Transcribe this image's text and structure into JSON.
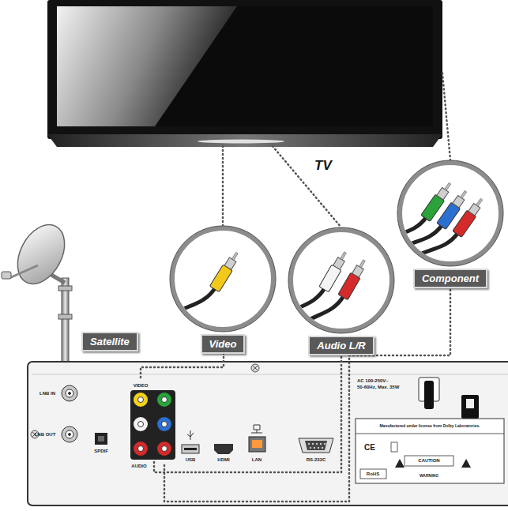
{
  "diagram": {
    "nodes": [
      {
        "text": [
          "TV"
        ]
      },
      {
        "text": [
          "Satellite"
        ]
      },
      {
        "text": [
          "Video"
        ]
      },
      {
        "text": [
          "Audio L/R"
        ]
      },
      {
        "text": [
          "Component"
        ]
      }
    ],
    "edges": [
      {
        "from": 0,
        "to": 2,
        "arrow": "none"
      },
      {
        "from": 0,
        "to": 3,
        "arrow": "none"
      },
      {
        "from": 0,
        "to": 4,
        "arrow": "none"
      }
    ],
    "labels": [
      "LNB IN",
      "LNB OUT",
      "SPDIF",
      "VIDEO",
      "AUDIO",
      "USB",
      "HDMI",
      "LAN",
      "RS-232C",
      "AC 100-250V~",
      "50-60Hz, Max. 35W",
      "Manufactured under license from Dolby Laboratories.",
      "CAUTION",
      "RoHS",
      "WARNING",
      "CE"
    ]
  }
}
